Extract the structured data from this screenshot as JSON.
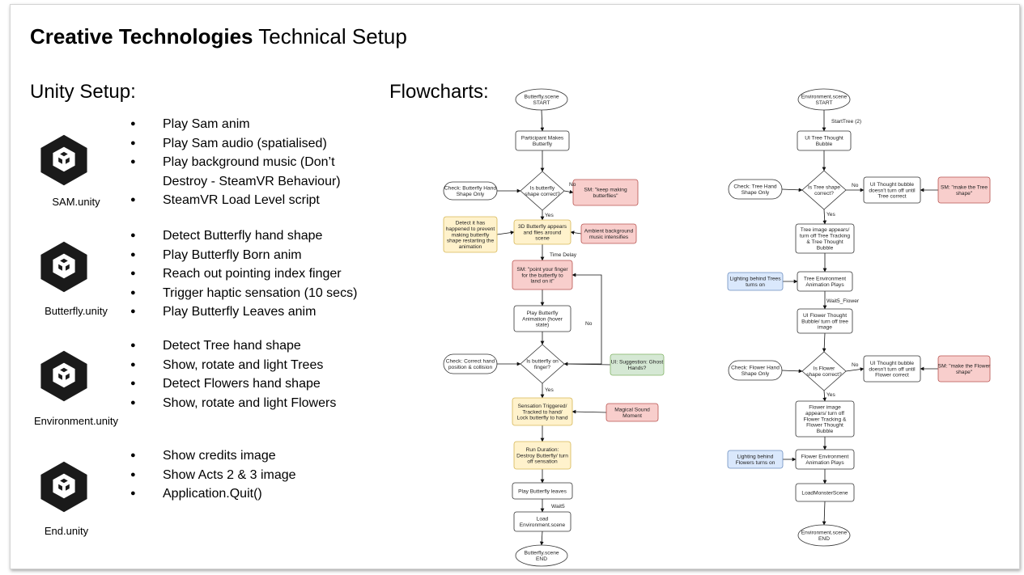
{
  "title": {
    "bold": "Creative Technologies",
    "rest": "Technical Setup"
  },
  "unity_heading": "Unity Setup:",
  "flow_heading": "Flowcharts:",
  "scenes": [
    {
      "label": "SAM.unity",
      "bullets": [
        "Play Sam anim",
        "Play Sam audio (spatialised)",
        "Play background music (Don’t",
        "Destroy - SteamVR Behaviour)",
        "SteamVR Load Level script"
      ]
    },
    {
      "label": "Butterfly.unity",
      "bullets": [
        "Detect Butterfly hand shape",
        "Play Butterfly Born anim",
        "Reach out pointing index finger",
        "Trigger haptic sensation (10 secs)",
        "Play Butterfly Leaves anim"
      ]
    },
    {
      "label": "Environment.unity",
      "bullets": [
        "Detect Tree hand shape",
        "Show, rotate and light Trees",
        "Detect Flowers hand shape",
        "Show, rotate and light Flowers"
      ]
    },
    {
      "label": "End.unity",
      "bullets": [
        "Show credits image",
        "Show Acts 2 & 3 image",
        "Application.Quit()"
      ]
    }
  ],
  "colors": {
    "red": "#f8cecc",
    "red_border": "#b85450",
    "yellow": "#fff2cc",
    "yellow_border": "#d6b656",
    "blue": "#dae8fc",
    "blue_border": "#6c8ebf",
    "green": "#d5e8d4",
    "green_border": "#82b366",
    "logo": "#1a1a1a"
  },
  "flowchart_butterfly": {
    "nodes": [
      {
        "id": "b_start",
        "shape": "ellipse",
        "lines": [
          "Butterfly.scene",
          "START"
        ]
      },
      {
        "id": "b_make",
        "shape": "rect",
        "lines": [
          "Participant Makes",
          "Butterfly"
        ]
      },
      {
        "id": "b_check",
        "shape": "note",
        "lines": [
          "Check: Butterfly Hand",
          "Shape Only"
        ]
      },
      {
        "id": "b_dec1",
        "shape": "diamond",
        "lines": [
          "Is butterfly",
          "shape correct?"
        ]
      },
      {
        "id": "b_sm1",
        "shape": "red",
        "lines": [
          "SM: \"keep making",
          "butterflies\""
        ]
      },
      {
        "id": "b_detect",
        "shape": "yellow",
        "lines": [
          "Detect it has",
          "happened to prevent",
          "making butterfly",
          "shape restarting the",
          "animation"
        ]
      },
      {
        "id": "b_3d",
        "shape": "yellow",
        "lines": [
          "3D Butterfly appears",
          "and flies around",
          "scene"
        ]
      },
      {
        "id": "b_ambient",
        "shape": "red",
        "lines": [
          "Ambient background",
          "music intensifies"
        ]
      },
      {
        "id": "b_sm2",
        "shape": "red",
        "lines": [
          "SM: \"point your finger",
          "for the butterfly to",
          "land on it\""
        ]
      },
      {
        "id": "b_play",
        "shape": "rect",
        "lines": [
          "Play Butterfly",
          "Animation (hover",
          "state)"
        ]
      },
      {
        "id": "b_check2",
        "shape": "note",
        "lines": [
          "Check: Correct hand",
          "position & collision"
        ]
      },
      {
        "id": "b_dec2",
        "shape": "diamond",
        "lines": [
          "Is butterfly on",
          "finger?"
        ]
      },
      {
        "id": "b_ui",
        "shape": "green",
        "lines": [
          "UI: Suggestion: Ghost",
          "Hands?"
        ]
      },
      {
        "id": "b_sens",
        "shape": "yellow",
        "lines": [
          "Sensation Triggered/",
          "Tracked to hand/",
          "Lock butterfly to hand"
        ]
      },
      {
        "id": "b_magic",
        "shape": "red",
        "lines": [
          "Magical Sound",
          "Moment"
        ]
      },
      {
        "id": "b_run",
        "shape": "yellow",
        "lines": [
          "Run Duration:",
          "Destroy Butterfly/ turn",
          "off sensation"
        ]
      },
      {
        "id": "b_leaves",
        "shape": "rect",
        "lines": [
          "Play Butterfly leaves"
        ]
      },
      {
        "id": "b_load",
        "shape": "rect",
        "lines": [
          "Load",
          "Environment.scene"
        ]
      },
      {
        "id": "b_end",
        "shape": "ellipse",
        "lines": [
          "Butterfly.scene",
          "END"
        ]
      }
    ],
    "edge_labels": {
      "no1": "No",
      "yes1": "Yes",
      "delay": "Time Delay",
      "no2": "No",
      "yes2": "Yes",
      "wait5": "Wait5"
    }
  },
  "flowchart_environment": {
    "nodes": [
      {
        "id": "e_start",
        "shape": "ellipse",
        "lines": [
          "Environment.scene",
          "START"
        ]
      },
      {
        "id": "e_ui_tree",
        "shape": "rect",
        "lines": [
          "UI Tree Thought",
          "Bubble"
        ]
      },
      {
        "id": "e_check",
        "shape": "note",
        "lines": [
          "Check: Tree Hand",
          "Shape Only"
        ]
      },
      {
        "id": "e_dec1",
        "shape": "diamond",
        "lines": [
          "Is Tree shape",
          "correct?"
        ]
      },
      {
        "id": "e_bubble1",
        "shape": "rect",
        "lines": [
          "UI Thought bubble",
          "doesn't turn off until",
          "Tree correct"
        ]
      },
      {
        "id": "e_sm1",
        "shape": "red",
        "lines": [
          "SM: \"make the Tree",
          "shape\""
        ]
      },
      {
        "id": "e_tree_img",
        "shape": "rect",
        "lines": [
          "Tree image appears/",
          "turn off Tree Tracking",
          "& Tree Thought",
          "Bubble"
        ]
      },
      {
        "id": "e_light1",
        "shape": "blue",
        "lines": [
          "Lighting behind Trees",
          "turns on"
        ]
      },
      {
        "id": "e_tree_env",
        "shape": "rect",
        "lines": [
          "Tree Environment",
          "Animation Plays"
        ]
      },
      {
        "id": "e_ui_flower",
        "shape": "rect",
        "lines": [
          "UI Flower Thought",
          "Bubble/ turn off tree",
          "image"
        ]
      },
      {
        "id": "e_check2",
        "shape": "note",
        "lines": [
          "Check: Flower Hand",
          "Shape Only"
        ]
      },
      {
        "id": "e_dec2",
        "shape": "diamond",
        "lines": [
          "Is Flower",
          "shape correct?"
        ]
      },
      {
        "id": "e_bubble2",
        "shape": "rect",
        "lines": [
          "UI Thought bubble",
          "doesn't turn off until",
          "Flower correct"
        ]
      },
      {
        "id": "e_sm2",
        "shape": "red",
        "lines": [
          "SM: \"make the Flower",
          "shape\""
        ]
      },
      {
        "id": "e_flower_img",
        "shape": "rect",
        "lines": [
          "Flower image",
          "appears/ turn off",
          "Flower Tracking &",
          "Flower Thought",
          "Bubble"
        ]
      },
      {
        "id": "e_light2",
        "shape": "blue",
        "lines": [
          "Lighting behind",
          "Flowers turns on"
        ]
      },
      {
        "id": "e_flower_env",
        "shape": "rect",
        "lines": [
          "Flower Environment",
          "Animation Plays"
        ]
      },
      {
        "id": "e_load",
        "shape": "rect",
        "lines": [
          "LoadMonsterScene"
        ]
      },
      {
        "id": "e_end",
        "shape": "ellipse",
        "lines": [
          "Environment.scene",
          "END"
        ]
      }
    ],
    "edge_labels": {
      "start_tree": "StartTree (2)",
      "no1": "No",
      "yes1": "Yes",
      "wait5": "Wait5_Flower",
      "no2": "No",
      "yes2": "Yes"
    }
  }
}
